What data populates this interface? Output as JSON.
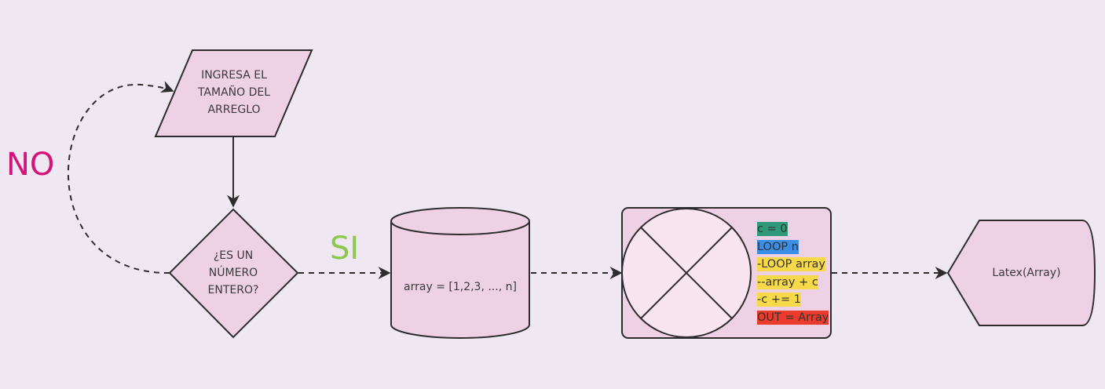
{
  "nodes": {
    "input": {
      "lines": [
        "INGRESA EL",
        "TAMAÑO DEL",
        "ARREGLO"
      ]
    },
    "decision": {
      "lines": [
        "¿ES UN",
        "NÚMERO",
        "ENTERO?"
      ]
    },
    "storage": {
      "label": "array = [1,2,3, ..., n]"
    },
    "process": {
      "code": [
        {
          "text": "c = 0",
          "color": "#2e9a7a"
        },
        {
          "text": "LOOP n",
          "color": "#3b8ee6"
        },
        {
          "text": "-LOOP array",
          "color": "#f7d94a"
        },
        {
          "text": "--array + c",
          "color": "#f7d94a"
        },
        {
          "text": "-c += 1",
          "color": "#f7d94a"
        },
        {
          "text": "OUT = Array",
          "color": "#ea3b2d"
        }
      ]
    },
    "output": {
      "label": "Latex(Array)"
    }
  },
  "edges": {
    "no_label": "NO",
    "si_label": "SI"
  },
  "colors": {
    "background": "#efe7f1",
    "shape_fill": "#efd1e5",
    "circle_fill": "#f9e5ef",
    "stroke": "#2d2d2d",
    "no_color": "#d4147a",
    "si_color": "#8cc84b"
  }
}
